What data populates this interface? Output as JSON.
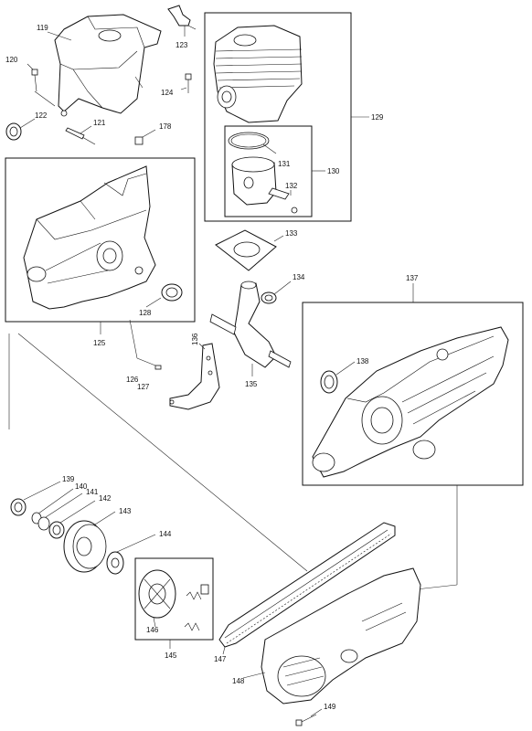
{
  "diagram": {
    "labels": {
      "p119": "119",
      "p120": "120",
      "p121": "121",
      "p122": "122",
      "p123": "123",
      "p124": "124",
      "p125": "125",
      "p126": "126",
      "p127": "127",
      "p128": "128",
      "p129": "129",
      "p130": "130",
      "p131": "131",
      "p132": "132",
      "p133": "133",
      "p134": "134",
      "p135": "135",
      "p136": "136",
      "p137": "137",
      "p138": "138",
      "p139": "139",
      "p140": "140",
      "p141": "141",
      "p142": "142",
      "p143": "143",
      "p144": "144",
      "p145": "145",
      "p146": "146",
      "p147": "147",
      "p148": "148",
      "p149": "149",
      "p178": "178"
    }
  }
}
